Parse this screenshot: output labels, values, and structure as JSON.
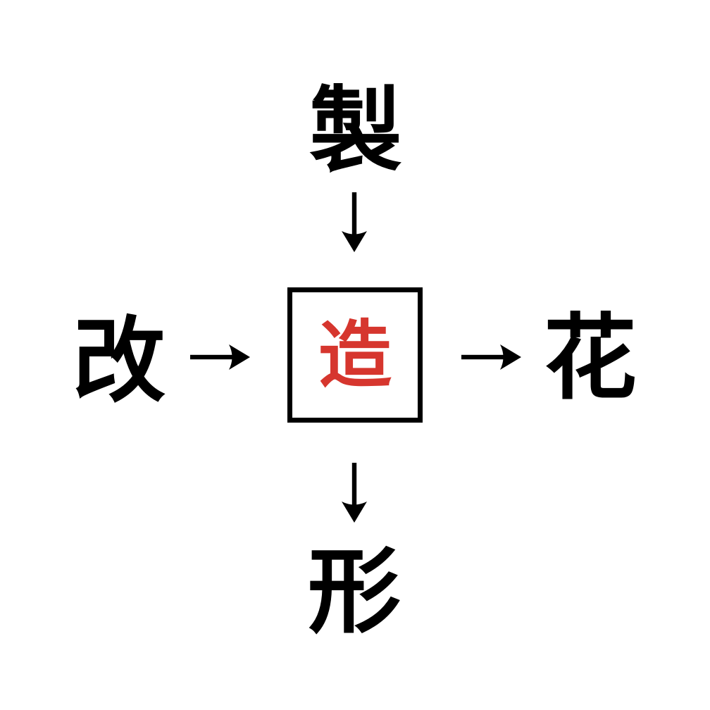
{
  "puzzle": {
    "top_char": "製",
    "left_char": "改",
    "right_char": "花",
    "bottom_char": "形",
    "center_char": "造"
  },
  "icons": {
    "top_arrow": "arrow-down",
    "left_arrow": "arrow-right",
    "right_arrow": "arrow-right",
    "bottom_arrow": "arrow-down"
  },
  "colors": {
    "background": "#ffffff",
    "ink": "#000000",
    "center_char": "#d6362e",
    "box_border": "#000000"
  }
}
